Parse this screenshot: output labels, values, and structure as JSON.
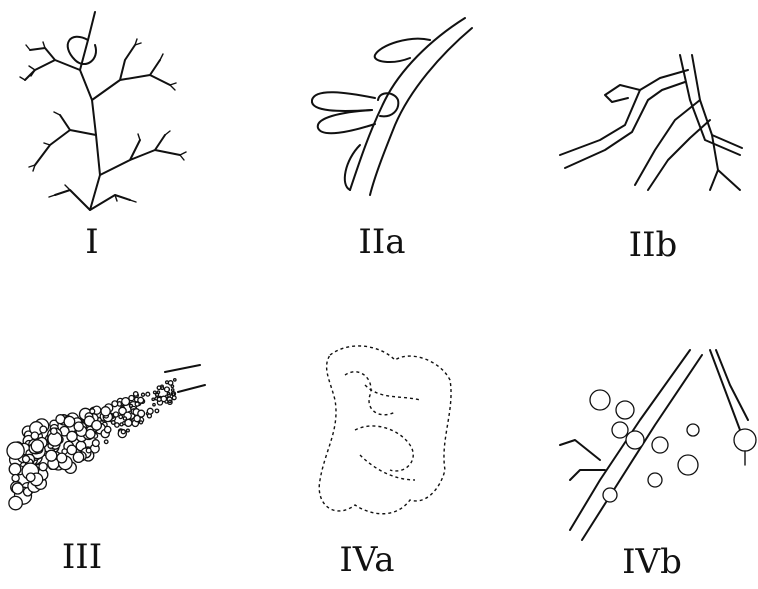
{
  "panels": [
    {
      "id": "I",
      "label": "I",
      "icon": "dendritic-branching-drawing"
    },
    {
      "id": "IIa",
      "label": "IIa",
      "icon": "finger-lobed-branch-drawing"
    },
    {
      "id": "IIb",
      "label": "IIb",
      "icon": "tubular-branching-drawing"
    },
    {
      "id": "III",
      "label": "III",
      "icon": "cluster-of-bubbles-on-tube-drawing"
    },
    {
      "id": "IVa",
      "label": "IVa",
      "icon": "dashed-diffuse-mass-drawing"
    },
    {
      "id": "IVb",
      "label": "IVb",
      "icon": "branches-with-vesicles-drawing"
    }
  ]
}
